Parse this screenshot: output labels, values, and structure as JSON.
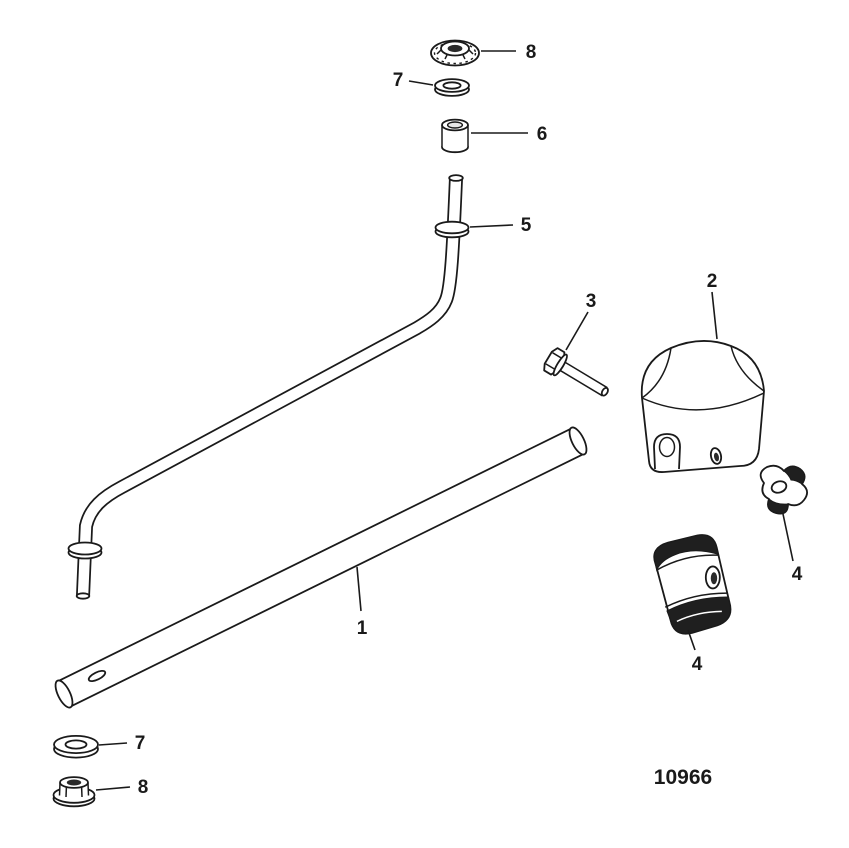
{
  "diagram": {
    "title": "exploded-parts-diagram",
    "part_number": "10966",
    "colors": {
      "line": "#1a1a1a",
      "background": "#ffffff",
      "shaded_part": "#1f1f1f"
    },
    "callouts": {
      "c1": "1",
      "c2": "2",
      "c3": "3",
      "c4_right": "4",
      "c4_lower": "4",
      "c5": "5",
      "c6": "6",
      "c7_top": "7",
      "c7_bottom": "7",
      "c8_top": "8",
      "c8_bottom": "8"
    }
  }
}
